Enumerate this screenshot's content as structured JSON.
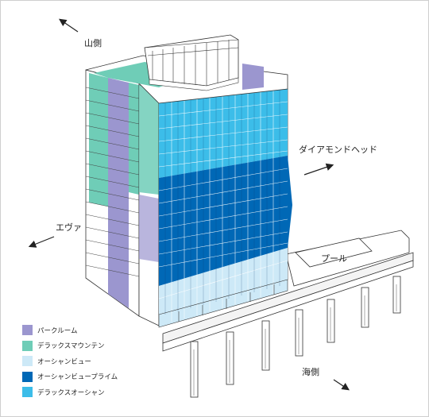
{
  "directions": {
    "mountain": "山側",
    "diamond_head": "ダイアモンドヘッド",
    "ewa": "エヴァ",
    "ocean": "海側"
  },
  "pool_label": "プール",
  "legend": [
    {
      "label": "パークルーム",
      "color": "#9b96cf"
    },
    {
      "label": "デラックスマウンテン",
      "color": "#6fcdb7"
    },
    {
      "label": "オーシャンビュー",
      "color": "#cde9f7"
    },
    {
      "label": "オーシャンビュープライム",
      "color": "#0068b6"
    },
    {
      "label": "デラックスオーシャン",
      "color": "#3cbde9"
    }
  ]
}
